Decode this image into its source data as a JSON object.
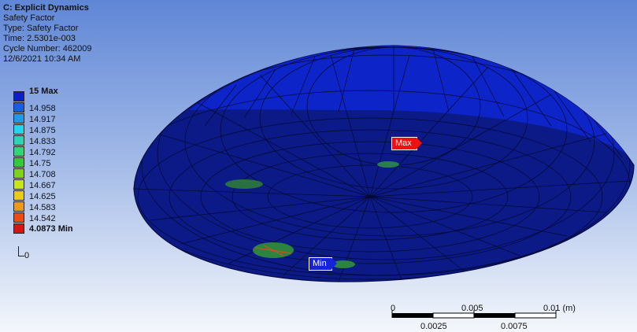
{
  "info": {
    "system": "C: Explicit Dynamics",
    "result": "Safety Factor",
    "type": "Type: Safety Factor",
    "time": "Time: 2.5301e-003",
    "cycle": "Cycle Number: 462009",
    "date": "12/6/2021 10:34 AM"
  },
  "legend": {
    "max_label": "15 Max",
    "min_label": "4.0873 Min",
    "zero_label": "0",
    "levels": [
      "14.958",
      "14.917",
      "14.875",
      "14.833",
      "14.792",
      "14.75",
      "14.708",
      "14.667",
      "14.625",
      "14.583",
      "14.542"
    ],
    "colors": [
      "#0b1ec8",
      "#1a5de0",
      "#1e9ae8",
      "#22d6f0",
      "#2cd6b4",
      "#2ed872",
      "#34c83a",
      "#7ed21c",
      "#c8e41a",
      "#e8cc16",
      "#ee9a18",
      "#ec4c14",
      "#d81414"
    ]
  },
  "probes": {
    "max": "Max",
    "min": "Min"
  },
  "scale": {
    "label_0": "0",
    "label_005": "0.005",
    "label_01": "0.01 (m)",
    "label_0025": "0.0025",
    "label_0075": "0.0075"
  }
}
